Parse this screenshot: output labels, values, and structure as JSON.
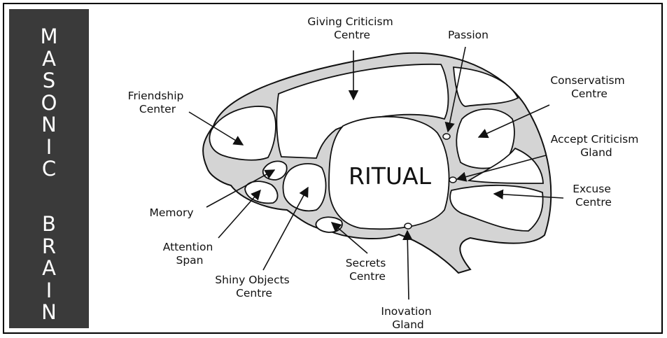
{
  "side_panel": {
    "line1": "MASONIC",
    "line2": "BRAIN"
  },
  "center_label": "RITUAL",
  "labels": {
    "giving_criticism": [
      "Giving Criticism",
      "Centre"
    ],
    "passion": [
      "Passion"
    ],
    "conservatism": [
      "Conservatism",
      "Centre"
    ],
    "friendship": [
      "Friendship",
      "Center"
    ],
    "accept_criticism": [
      "Accept Criticism",
      "Gland"
    ],
    "excuse": [
      "Excuse",
      "Centre"
    ],
    "memory": [
      "Memory"
    ],
    "attention": [
      "Attention",
      "Span"
    ],
    "shiny": [
      "Shiny Objects",
      "Centre"
    ],
    "secrets": [
      "Secrets",
      "Centre"
    ],
    "inovation": [
      "Inovation",
      "Gland"
    ]
  },
  "colors": {
    "side_panel_bg": "#3a3a3a",
    "brain_fill": "#d4d4d4",
    "cell_fill": "#ffffff",
    "outline": "#111111"
  }
}
